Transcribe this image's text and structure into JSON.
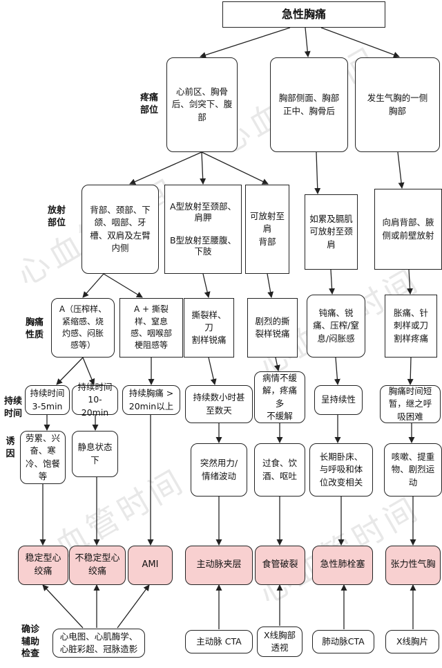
{
  "title": "急性胸痛",
  "watermark": "心血管时间",
  "row_labels": {
    "pain_site": "疼痛\n部位",
    "radiation": "放射\n部位",
    "nature": "胸痛\n性质",
    "duration": "持续\n时间",
    "trigger": "诱\n因",
    "diagnosis": "确诊\n辅助\n检查"
  },
  "sites": {
    "precordial": "心前区、胸骨\n后、剑突下、腹\n部",
    "lateral": "胸部侧面、胸部\n正中、胸骨后",
    "pneumo_side": "发生气胸的一侧\n胸部"
  },
  "radiation": {
    "angina": "背部、颈部、下\n颌、咽部、牙\n槽、双肩及左臂\n内侧",
    "dissection": "A型放射至颈部、\n肩胛\n\nB型放射至腰腹、\n下肢",
    "esophagus": "可放射至肩\n背部",
    "pe": "如累及膈肌\n可放射至颈\n肩",
    "pneumo": "向肩背部、腋\n侧或前壁放射"
  },
  "nature": {
    "a": "A（压榨样、\n紧缩感、烧\n灼感、闷胀\n感等）",
    "a_plus": "A + 撕裂\n样、窒息\n感、咽喉部\n梗阻感等",
    "dissection": "撕裂样、刀\n割样锐痛",
    "esophagus": "剧烈的撕\n裂样锐痛",
    "pe": "钝痛、锐\n痛、压榨/窒\n息/闷胀感",
    "pneumo": "胀痛、针\n刺样或刀\n割样疼痛"
  },
  "duration": {
    "stable": "持续时间\n3-5min",
    "unstable": "持续时间\n10-20min",
    "ami": "持续胸痛 >\n20min以上",
    "dissection": "持续数小时甚\n至数天",
    "esophagus": "病情不缓\n解，疼痛多\n不缓解",
    "pe": "呈持续性",
    "pneumo": "胸痛时间短\n暂，继之呼\n吸困难"
  },
  "triggers": {
    "stable": "劳累、兴\n奋、寒\n冷、饱餐\n等",
    "unstable": "静息状态\n下",
    "dissection": "突然用力/\n情绪波动",
    "esophagus": "过食、饮\n酒、呕吐",
    "pe": "长期卧床、\n与呼吸和体\n位改变相关",
    "pneumo": "咳嗽、提重\n物、剧烈运\n动"
  },
  "diagnoses": {
    "stable": "稳定型心\n绞痛",
    "unstable": "不稳定型心\n绞痛",
    "ami": "AMI",
    "dissection": "主动脉夹层",
    "esophagus": "食管破裂",
    "pe": "急性肺栓塞",
    "pneumo": "张力性气胸"
  },
  "tests": {
    "cardiac": "心电图、心肌酶学、\n心脏彩超、冠脉造影",
    "dissection": "主动脉 CTA",
    "esophagus": "X线胸部\n透视",
    "pe": "肺动脉CTA",
    "pneumo": "X线胸片"
  },
  "colors": {
    "diagnosis_fill": "#f8d0d0",
    "stroke": "#222222",
    "watermark": "#e8e8e8"
  }
}
